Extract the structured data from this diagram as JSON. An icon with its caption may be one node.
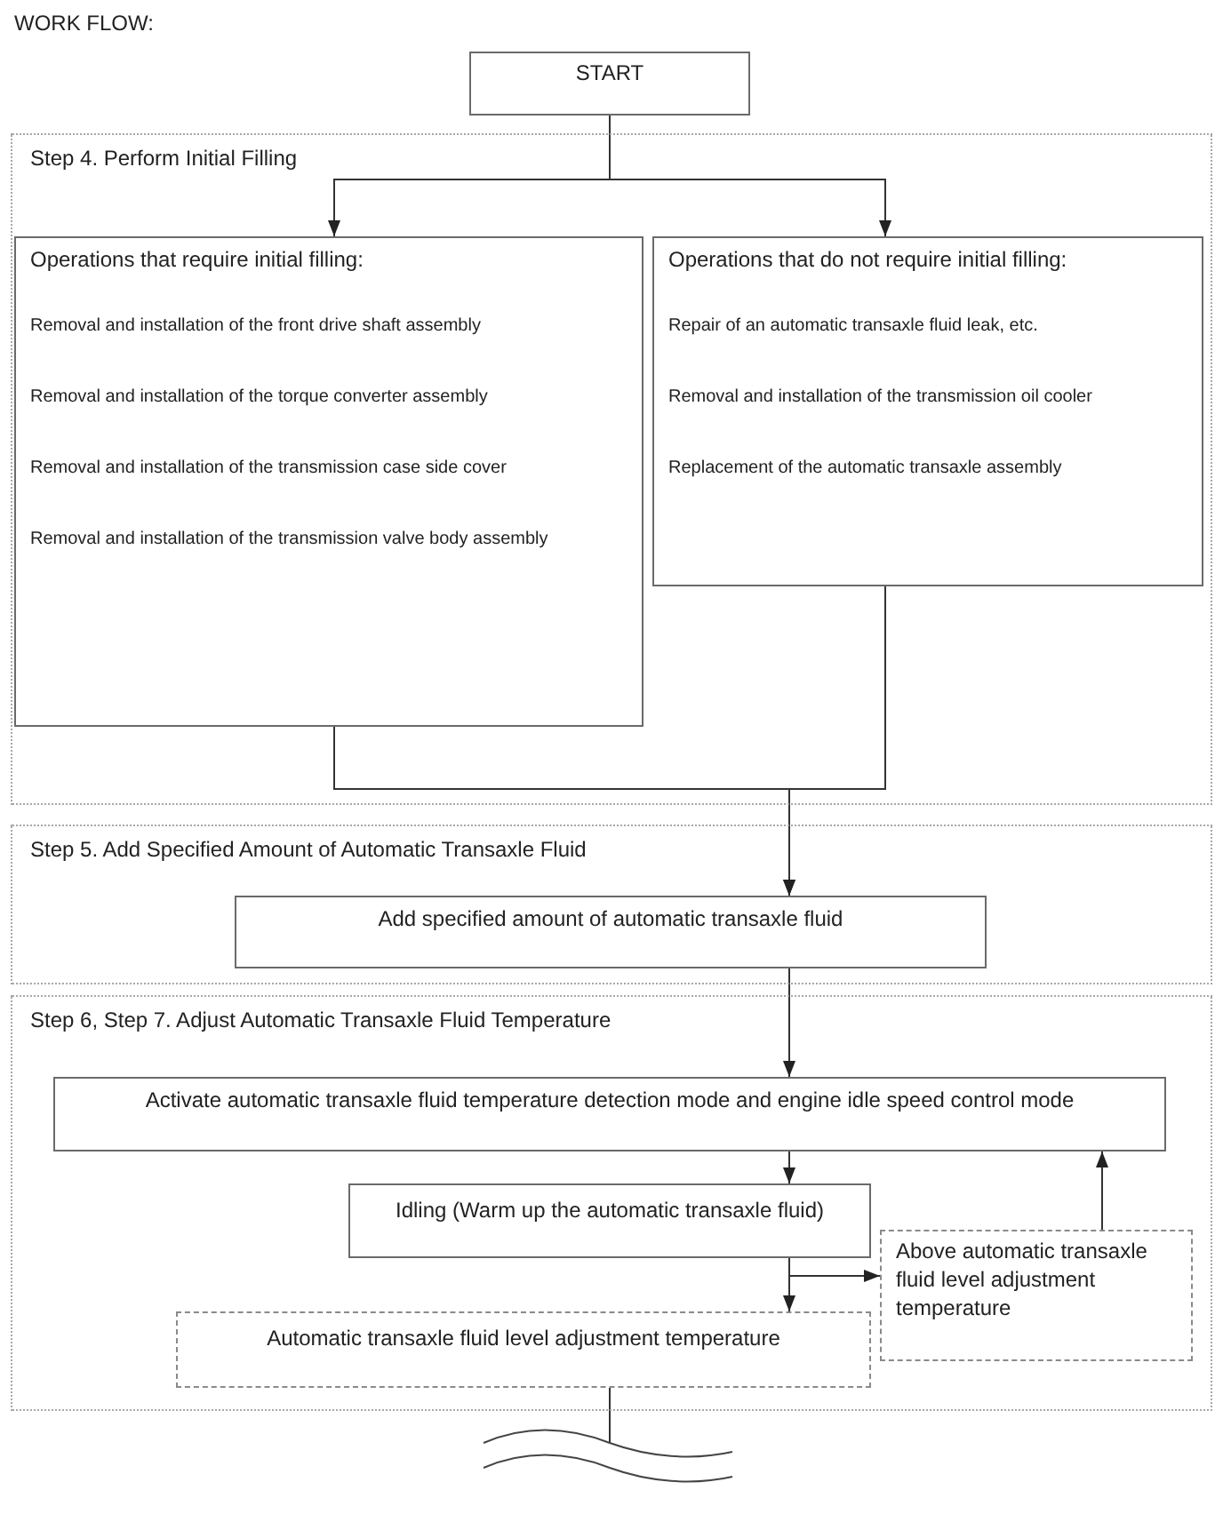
{
  "diagram": {
    "title": "WORK FLOW:",
    "nodes": [
      {
        "text": [
          "START"
        ]
      },
      {
        "text": [
          "Step 4. Perform Initial Filling"
        ]
      },
      {
        "text": [
          "Operations that require initial filling:",
          "Removal and installation of the front drive shaft assembly",
          "Removal and installation of the torque converter assembly",
          "Removal and installation of the transmission case side cover",
          "Removal and installation of the transmission valve body assembly"
        ],
        "in": 1
      },
      {
        "text": [
          "Operations that do not require initial filling:",
          "Repair of an automatic transaxle fluid leak, etc.",
          "Removal and installation of the transmission oil cooler",
          "Replacement of the automatic transaxle assembly"
        ],
        "in": 1
      },
      {
        "text": [
          "Step 5. Add Specified Amount of Automatic Transaxle Fluid"
        ]
      },
      {
        "text": [
          "Add specified amount of automatic transaxle fluid"
        ],
        "in": 4
      },
      {
        "text": [
          "Step 6, Step 7. Adjust Automatic Transaxle Fluid Temperature"
        ]
      },
      {
        "text": [
          "Activate automatic transaxle fluid temperature detection mode and engine idle speed control mode"
        ],
        "in": 6
      },
      {
        "text": [
          "Idling (Warm up the automatic transaxle fluid)"
        ],
        "in": 6
      },
      {
        "text": [
          "Above automatic transaxle fluid level adjustment temperature"
        ],
        "in": 6
      },
      {
        "text": [
          "Automatic transaxle fluid level adjustment temperature"
        ],
        "in": 6
      }
    ],
    "edges": [
      {
        "from": 0,
        "to": 2,
        "arrow": "to"
      },
      {
        "from": 0,
        "to": 3,
        "arrow": "to"
      },
      {
        "from": 2,
        "to": 5,
        "arrow": "to"
      },
      {
        "from": 3,
        "to": 5,
        "arrow": "to"
      },
      {
        "from": 5,
        "to": 7,
        "arrow": "to"
      },
      {
        "from": 7,
        "to": 8,
        "arrow": "to"
      },
      {
        "from": 8,
        "to": 10,
        "arrow": "to"
      },
      {
        "from": 8,
        "to": 9,
        "arrow": "to"
      },
      {
        "from": 9,
        "to": 7,
        "arrow": "to"
      },
      {
        "from": 10,
        "to": null,
        "arrow": "none"
      }
    ]
  }
}
